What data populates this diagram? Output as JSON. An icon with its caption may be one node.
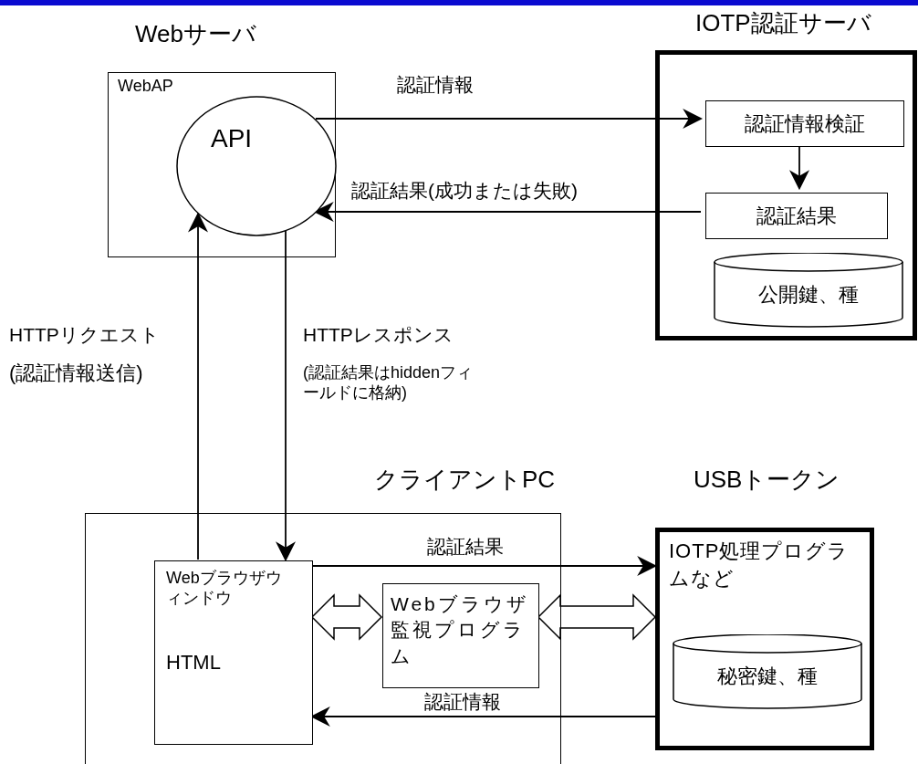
{
  "diagram": {
    "nodes": [
      {
        "text": [
          "Webサーバ",
          "WebAP"
        ]
      },
      {
        "text": [
          "API"
        ],
        "in": 0
      },
      {
        "text": [
          "IOTP認証サーバ"
        ]
      },
      {
        "text": [
          "認証情報検証"
        ],
        "in": 2
      },
      {
        "text": [
          "認証結果"
        ],
        "in": 2
      },
      {
        "text": [
          "公開鍵、種"
        ],
        "in": 2
      },
      {
        "text": [
          "クライアントPC"
        ]
      },
      {
        "text": [
          "Webブラウザウィンドウ",
          "HTML"
        ],
        "in": 6
      },
      {
        "text": [
          "Webブラウザ監視プログラム"
        ],
        "in": 6
      },
      {
        "text": [
          "USBトークン",
          "IOTP処理プログラムなど"
        ]
      },
      {
        "text": [
          "秘密鍵、種"
        ],
        "in": 9
      }
    ],
    "edges": [
      {
        "from": 1,
        "to": 3,
        "arrow": "to",
        "label": "認証情報"
      },
      {
        "from": 4,
        "to": 1,
        "arrow": "to",
        "label": "認証結果(成功または失敗)"
      },
      {
        "from": 3,
        "to": 4,
        "arrow": "to"
      },
      {
        "from": 7,
        "to": 1,
        "arrow": "to",
        "label": "HTTPリクエスト"
      },
      {
        "from": 1,
        "to": 7,
        "arrow": "to",
        "label": "HTTPレスポンス"
      },
      {
        "from": 7,
        "to": 9,
        "arrow": "to",
        "label": "認証結果"
      },
      {
        "from": 9,
        "to": 7,
        "arrow": "to",
        "label": "認証情報"
      },
      {
        "from": 7,
        "to": 8,
        "arrow": "both",
        "style": "thick"
      },
      {
        "from": 8,
        "to": 9,
        "arrow": "both",
        "style": "thick"
      }
    ],
    "labels": [
      "(認証情報送信)",
      "(認証結果はhiddenフィールドに格納)"
    ]
  }
}
